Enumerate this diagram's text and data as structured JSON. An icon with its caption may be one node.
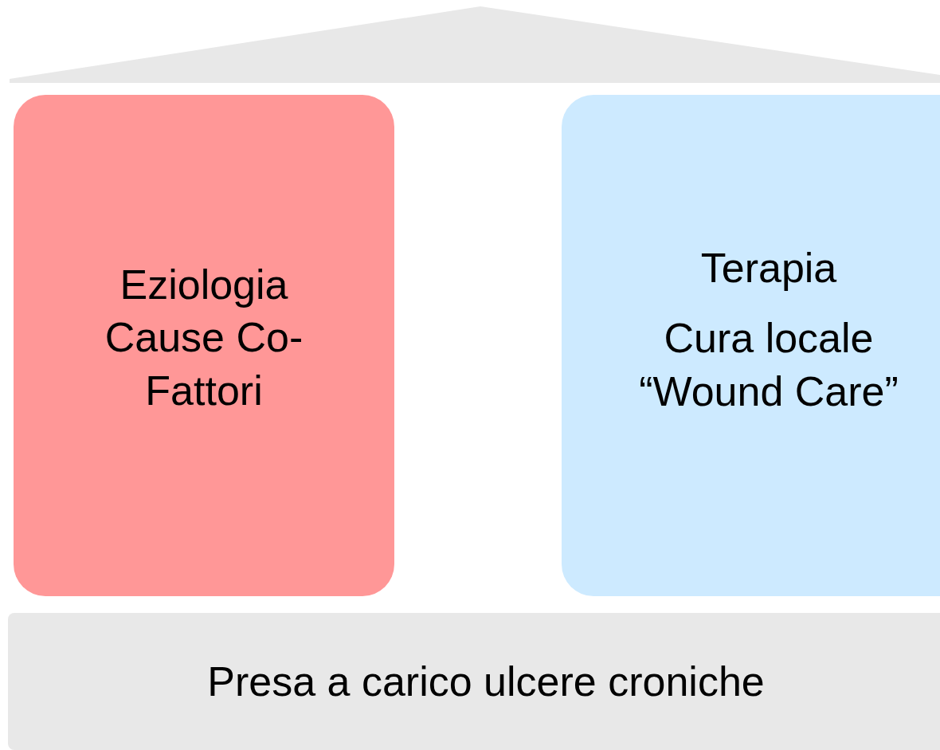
{
  "diagram": {
    "nodes": [
      {
        "text": [
          "Eziologia Cause Co-Fattori"
        ]
      },
      {
        "text": [
          "Terapia",
          "Cura locale “Wound Care”"
        ]
      },
      {
        "text": [
          "Presa a carico ulcere croniche"
        ]
      }
    ]
  }
}
